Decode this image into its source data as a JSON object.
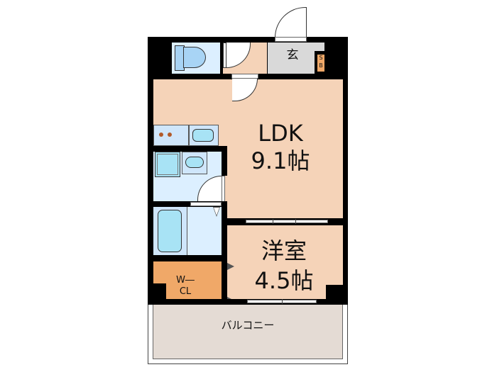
{
  "floorplan": {
    "rooms": {
      "ldk": {
        "name": "LDK",
        "size": "9.1帖"
      },
      "western": {
        "name": "洋室",
        "size": "4.5帖"
      },
      "entrance": {
        "name": "玄"
      },
      "shoebox": {
        "name": "S\nB",
        "line1": "S",
        "line2": "B"
      },
      "walkin_closet": {
        "line1": "W―",
        "line2": "CL"
      },
      "balcony": {
        "name": "バルコニー"
      }
    },
    "colors": {
      "wall": "#000000",
      "wood_floor": "#f5d3b8",
      "wet_area": "#dcefff",
      "fixture": "#a8e3f5",
      "entrance": "#d9d9d9",
      "closet": "#f0a868",
      "balcony": "#e4dbd4"
    }
  }
}
